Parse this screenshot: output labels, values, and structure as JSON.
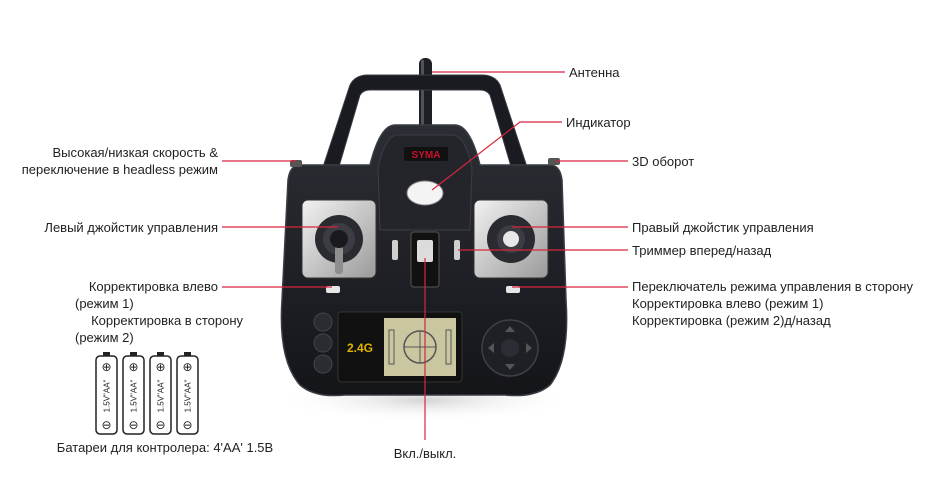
{
  "brand": "SYMA",
  "lcd_badge": "2.4G",
  "labels": {
    "antenna": "Антенна",
    "indicator": "Индикатор",
    "speed_line1": "Высокая/низкая скорость &",
    "speed_line2": "переключение в headless режим",
    "flip_3d": "3D оборот",
    "left_stick": "Левый джойстик управления",
    "right_stick": "Правый джойстик управления",
    "trim_fb": "Триммер вперед/назад",
    "left_trim_line1": "Корректировка влево",
    "left_trim_line2": "(режим 1)",
    "left_trim_line3": "Корректировка в сторону",
    "left_trim_line4": "(режим 2)",
    "right_trim_line1": "Переключатель режима управления в сторону",
    "right_trim_line2": "Корректировка влево (режим 1)",
    "right_trim_line3": "Корректировка (режим 2)д/назад",
    "power": "Вкл./выкл.",
    "batteries": "Батареи для контролера: 4'AA' 1.5В"
  },
  "battery": {
    "count": 4,
    "text": "1.5V\"AA\"",
    "plus": "⊕",
    "minus": "⊖"
  },
  "colors": {
    "leader_line": "#d7263d",
    "body": "#1c1d22",
    "body_edge": "#3a3c44",
    "lcd": "#c9c6a0",
    "brand": "#c8102e",
    "badge": "#e0b400"
  }
}
